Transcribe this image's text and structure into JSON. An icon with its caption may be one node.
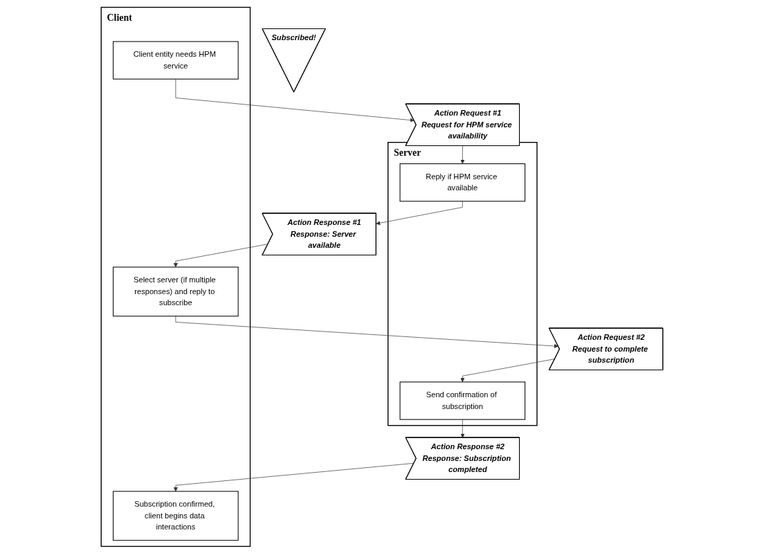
{
  "diagram": {
    "nodes": [
      {
        "text": [
          "Client"
        ]
      },
      {
        "text": [
          "Client entity needs HPM service"
        ],
        "in": 0
      },
      {
        "text": [
          "Select server (if multiple responses) and reply to subscribe"
        ],
        "in": 0
      },
      {
        "text": [
          "Subscription confirmed, client begins data interactions"
        ],
        "in": 0
      },
      {
        "text": [
          "Server"
        ]
      },
      {
        "text": [
          "Reply if HPM service available"
        ],
        "in": 4
      },
      {
        "text": [
          "Send confirmation of subscription"
        ],
        "in": 4
      },
      {
        "text": [
          "Action Request #1",
          "Request for HPM service availability"
        ]
      },
      {
        "text": [
          "Action Response #1",
          "Response: Server available"
        ]
      },
      {
        "text": [
          "Action Request #2",
          "Request to complete subscription"
        ]
      },
      {
        "text": [
          "Action Response #2",
          "Response: Subscription completed"
        ]
      },
      {
        "text": [
          "Subscribed!"
        ]
      }
    ],
    "edges": [
      {
        "from": 1,
        "to": 7,
        "arrow": "to"
      },
      {
        "from": 7,
        "to": 5,
        "arrow": "to"
      },
      {
        "from": 5,
        "to": 8,
        "arrow": "to"
      },
      {
        "from": 8,
        "to": 2,
        "arrow": "to"
      },
      {
        "from": 2,
        "to": 9,
        "arrow": "to"
      },
      {
        "from": 9,
        "to": 6,
        "arrow": "to"
      },
      {
        "from": 6,
        "to": 10,
        "arrow": "to"
      },
      {
        "from": 10,
        "to": 3,
        "arrow": "to"
      }
    ]
  }
}
